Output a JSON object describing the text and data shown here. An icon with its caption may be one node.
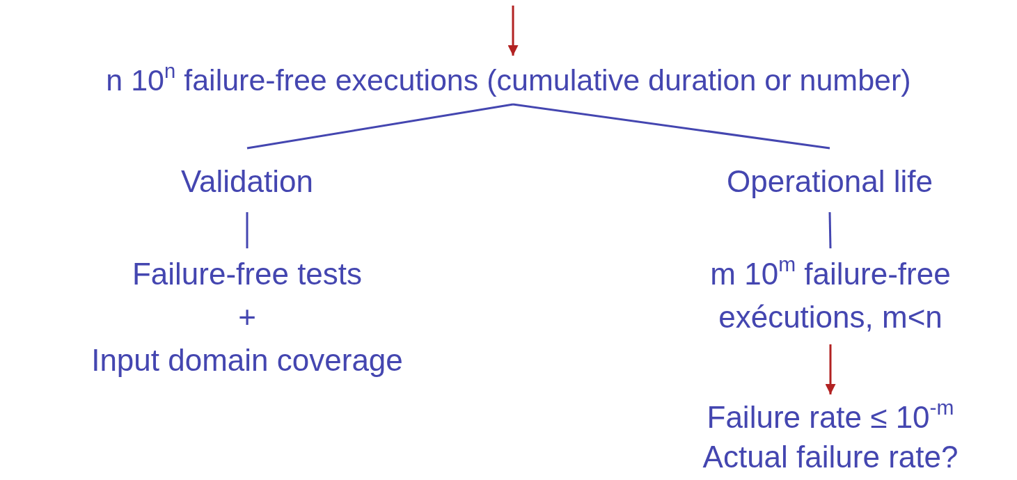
{
  "diagram": {
    "nodes": [
      {
        "text": [
          "n 10$^{n}$ failure-free executions (cumulative duration or number)"
        ]
      },
      {
        "text": [
          "Validation"
        ]
      },
      {
        "text": [
          "Operational life"
        ]
      },
      {
        "text": [
          "Failure-free tests",
          "+",
          "Input domain coverage"
        ]
      },
      {
        "text": [
          "m 10$^{m}$ failure-free exécutions, m<n"
        ]
      },
      {
        "text": [
          "Failure rate ≤ 10$^{-m}$",
          "Actual failure rate?"
        ]
      }
    ],
    "edges": [
      {
        "from": null,
        "to": 0,
        "arrow": "to",
        "color": "#b22222"
      },
      {
        "from": 0,
        "to": 1,
        "arrow": "none"
      },
      {
        "from": 0,
        "to": 2,
        "arrow": "none"
      },
      {
        "from": 1,
        "to": 3,
        "arrow": "none"
      },
      {
        "from": 2,
        "to": 4,
        "arrow": "none"
      },
      {
        "from": 4,
        "to": 5,
        "arrow": "to",
        "color": "#b22222"
      }
    ]
  }
}
